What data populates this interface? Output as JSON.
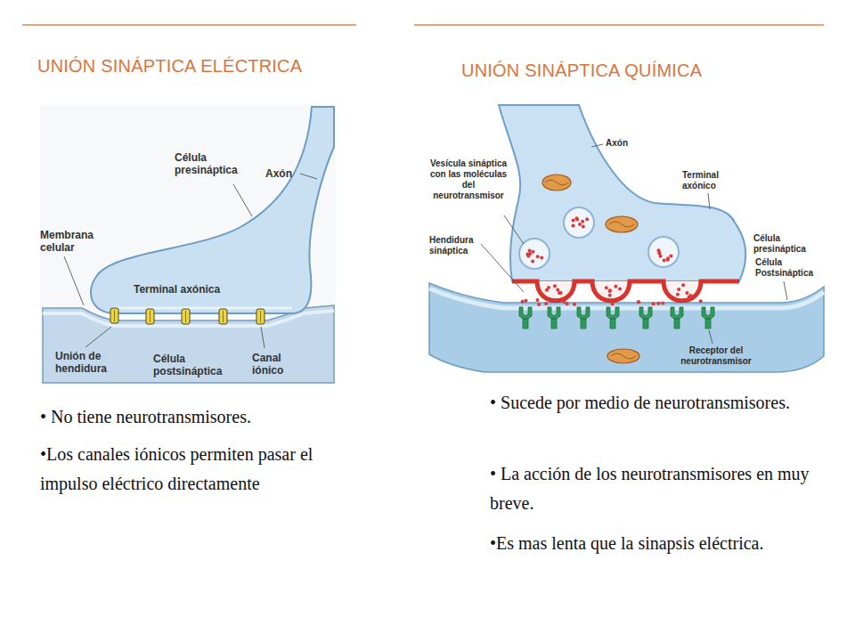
{
  "diagram": {
    "labels": [
      "UNIÓN SINÁPTICA ELÉCTRICA",
      "Célula presináptica",
      "Axón",
      "Membrana celular",
      "Terminal axónica",
      "Unión de hendidura",
      "Célula postsináptica",
      "Canal iónico",
      "• No tiene neurotransmisores.",
      "•Los canales iónicos permiten pasar el impulso eléctrico directamente",
      "UNIÓN SINÁPTICA QUÍMICA",
      "Axón",
      "Vesícula sináptica con las moléculas del neurotransmisor",
      "Terminal axónico",
      "Hendidura sináptica",
      "Célula presináptica",
      "Célula Postsináptica",
      "Receptor del neurotransmisor",
      "• Sucede por medio de neurotransmisores.",
      "• La acción de los neurotransmisores en muy breve.",
      "•Es mas lenta que la sinapsis eléctrica."
    ]
  }
}
